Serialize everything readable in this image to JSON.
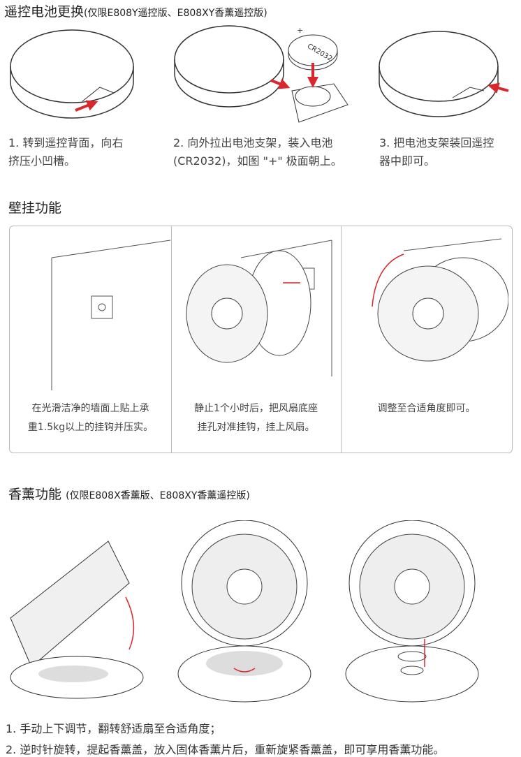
{
  "remote": {
    "title": "遥控电池更换",
    "subtitle": "(仅限E808Y遥控版、E808XY香薰遥控版)",
    "steps": [
      {
        "line1": "1. 转到遥控背面，向右",
        "line2": "挤压小凹槽。"
      },
      {
        "line1": "2. 向外拉出电池支架，装入电池",
        "line2": "(CR2032)，如图 \"+\" 极面朝上。"
      },
      {
        "line1": "3. 把电池支架装回遥控",
        "line2": "器中即可。"
      }
    ],
    "battery_label": "CR2032",
    "battery_plus": "+"
  },
  "wall": {
    "title": "壁挂功能",
    "steps": [
      {
        "line1": "在光滑洁净的墙面上贴上承",
        "line2": "重1.5kg以上的挂钩并压实。"
      },
      {
        "line1": "静止1个小时后，把风扇底座",
        "line2": "挂孔对准挂钩，挂上风扇。"
      },
      {
        "line1": "调整至合适角度即可。",
        "line2": ""
      }
    ]
  },
  "aroma": {
    "title": "香薰功能",
    "subtitle": "(仅限E808X香薰版、E808XY香薰遥控版)",
    "steps": [
      "1. 手动上下调节，翻转舒适扇至合适角度；",
      "2. 逆时针旋转，提起香薰盖，放入固体香薰片后，重新旋紧香薰盖，即可享用香薰功能。"
    ]
  },
  "colors": {
    "arrow": "#d9272e",
    "line": "#444"
  }
}
